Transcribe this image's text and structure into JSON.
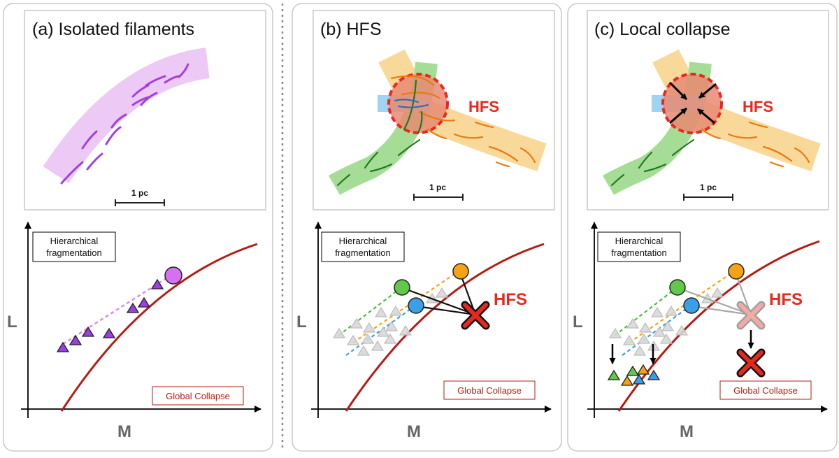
{
  "panels": [
    {
      "title": "(a) Isolated filaments",
      "scale_bar": "1 pc",
      "box_label_line1": "Hierarchical",
      "box_label_line2": "fragmentation",
      "collapse_label": "Global Collapse",
      "axis_y": "L",
      "axis_x": "M"
    },
    {
      "title": "(b) HFS",
      "hub_label": "HFS",
      "scale_bar": "1 pc",
      "box_label_line1": "Hierarchical",
      "box_label_line2": "fragmentation",
      "plot_hub_label": "HFS",
      "collapse_label": "Global Collapse",
      "axis_y": "L",
      "axis_x": "M"
    },
    {
      "title": "(c) Local collapse",
      "hub_label": "HFS",
      "scale_bar": "1 pc",
      "box_label_line1": "Hierarchical",
      "box_label_line2": "fragmentation",
      "plot_hub_label": "HFS",
      "collapse_label": "Global Collapse",
      "axis_y": "L",
      "axis_x": "M"
    }
  ],
  "colors": {
    "purple": "#a05ae0",
    "purple_band": "#edc9f5",
    "green": "#62c84a",
    "green_band": "#a6dd96",
    "orange": "#f5a316",
    "orange_band": "#f9d99a",
    "blue": "#3b9fe6",
    "blue_band": "#9fd3f2",
    "red": "#e8281e",
    "dark_red": "#b31c14"
  }
}
